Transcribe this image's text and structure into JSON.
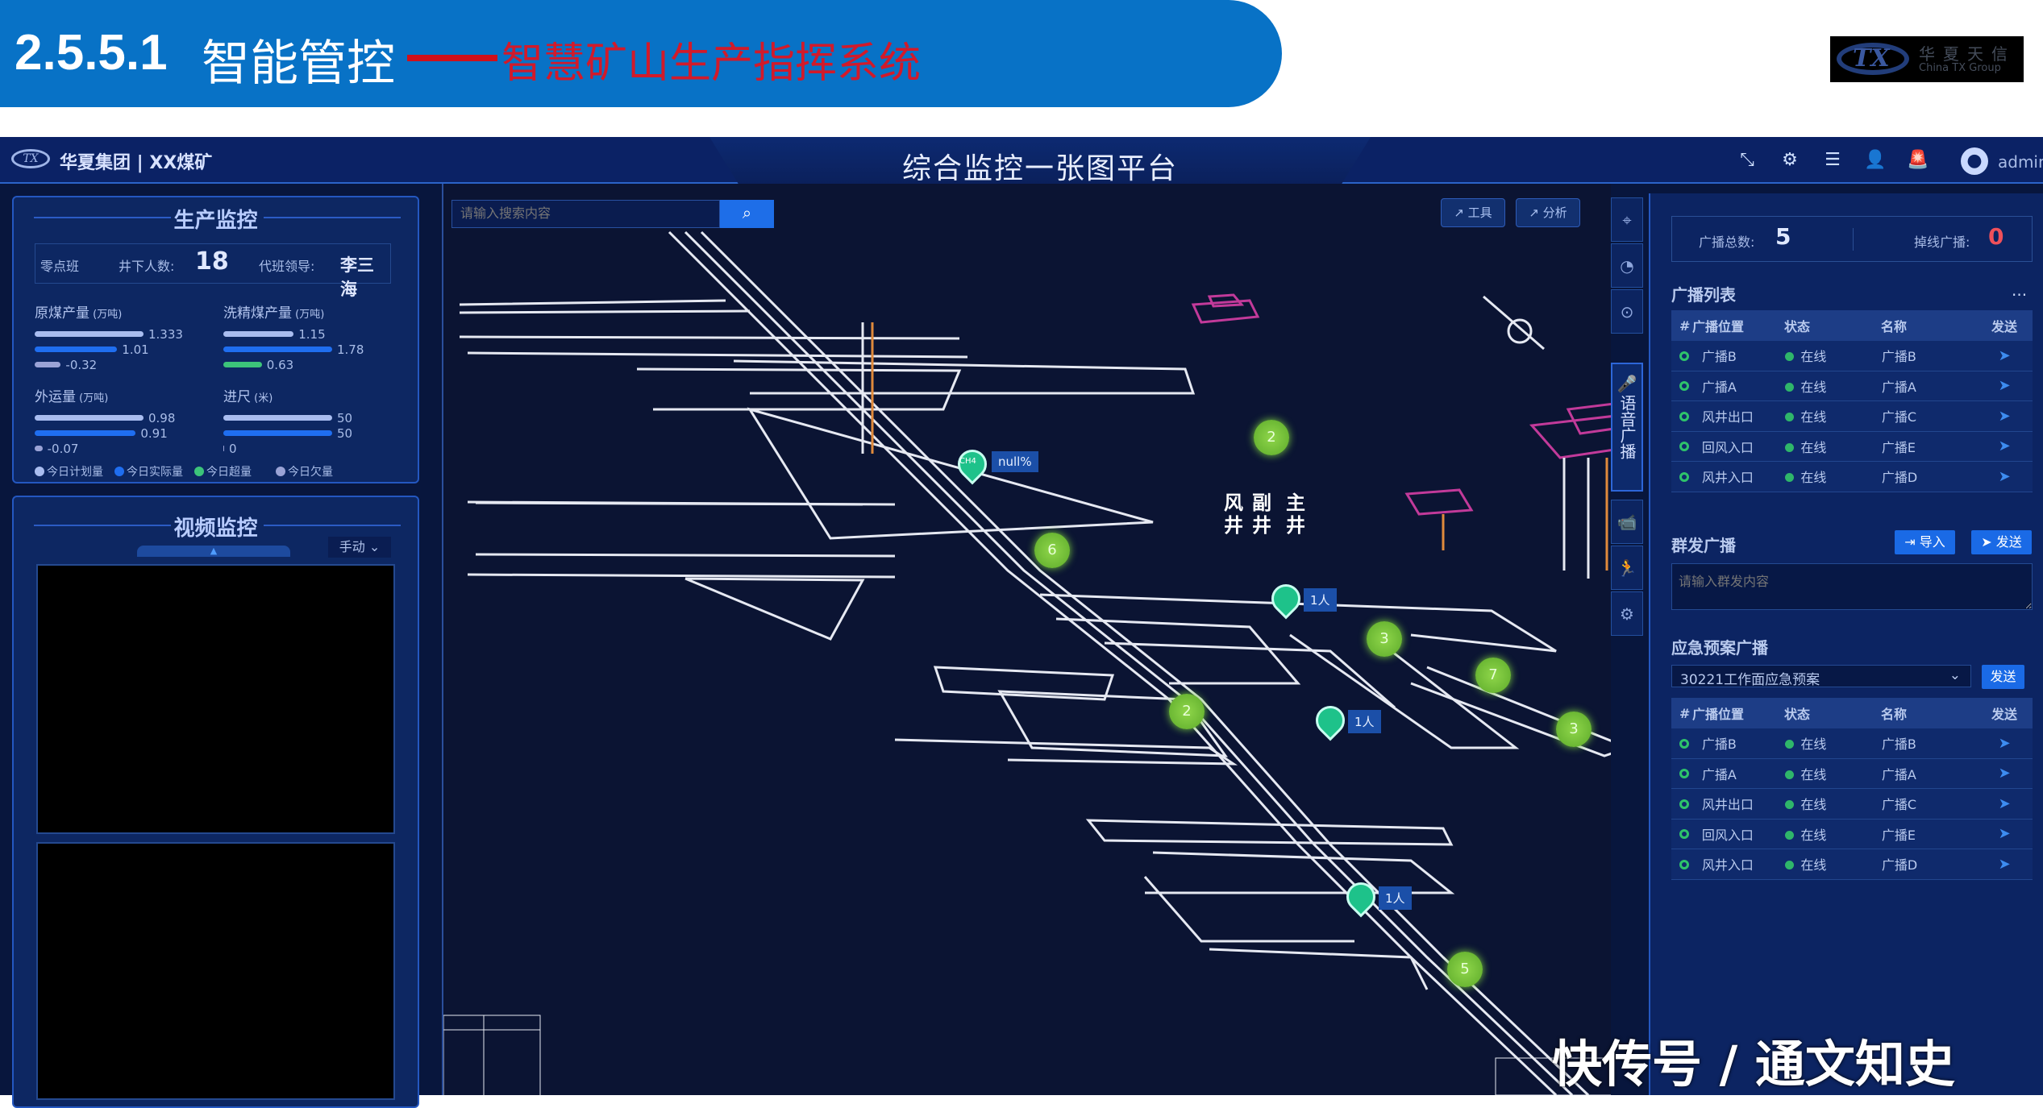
{
  "banner": {
    "section": "2.5.5.1",
    "title": "智能管控",
    "subtitle": "智慧矿山生产指挥系统"
  },
  "corp_logo": {
    "mark": "TX",
    "cn": "华夏天信",
    "en": "China TX Group"
  },
  "header": {
    "logo": "TX",
    "org": "华夏集团 | XX煤矿",
    "title": "综合监控一张图平台",
    "user": "admin",
    "icons": [
      "shrink-icon",
      "gear-icon",
      "menu-icon",
      "user-manage-icon",
      "alarm-icon",
      "user-avatar-icon"
    ]
  },
  "production": {
    "title": "生产监控",
    "shift": "零点班",
    "people_label": "井下人数:",
    "people": "18",
    "leader_label": "代班领导:",
    "leader": "李三海",
    "groups": [
      {
        "label": "原煤产量",
        "unit": "(万吨)",
        "plan": 1.333,
        "actual": 1.01,
        "diff": -0.32,
        "diff_type": "short"
      },
      {
        "label": "洗精煤产量",
        "unit": "(万吨)",
        "plan": 1.15,
        "actual": 1.78,
        "diff": 0.63,
        "diff_type": "over"
      },
      {
        "label": "外运量",
        "unit": "(万吨)",
        "plan": 0.98,
        "actual": 0.91,
        "diff": -0.07,
        "diff_type": "short"
      },
      {
        "label": "进尺",
        "unit": "(米)",
        "plan": 50,
        "actual": 50,
        "diff": 0,
        "diff_type": "none"
      }
    ],
    "legend": [
      "今日计划量",
      "今日实际量",
      "今日超量",
      "今日欠量"
    ],
    "colors": {
      "plan": "#a9bdf0",
      "actual": "#1f6ef0",
      "over": "#3cc47a",
      "short": "#9aa3d6"
    }
  },
  "video": {
    "title": "视频监控",
    "mode": "手动"
  },
  "map": {
    "search_placeholder": "请输入搜索内容",
    "tools": [
      "工具",
      "分析"
    ],
    "side_tabs": {
      "active": "语音广播"
    },
    "shafts": [
      "风井",
      "副井",
      "主井"
    ],
    "gas_label": "null%",
    "gas_icon": "CH4",
    "clusters": [
      "2",
      "6",
      "3",
      "7",
      "2",
      "3",
      "5"
    ],
    "people": [
      "1人",
      "1人",
      "1人"
    ]
  },
  "broadcast": {
    "total_label": "广播总数:",
    "total": "5",
    "offline_label": "掉线广播:",
    "offline": "0",
    "list_title": "广播列表",
    "more": "...",
    "columns": [
      "#",
      "广播位置",
      "状态",
      "名称",
      "发送"
    ],
    "rows": [
      {
        "location": "广播B",
        "status": "在线",
        "name": "广播B"
      },
      {
        "location": "广播A",
        "status": "在线",
        "name": "广播A"
      },
      {
        "location": "风井出口",
        "status": "在线",
        "name": "广播C"
      },
      {
        "location": "回风入口",
        "status": "在线",
        "name": "广播E"
      },
      {
        "location": "风井入口",
        "status": "在线",
        "name": "广播D"
      }
    ],
    "group_title": "群发广播",
    "import": "导入",
    "send": "发送",
    "group_placeholder": "请输入群发内容",
    "emergency_title": "应急预案广播",
    "emergency_plan": "30221工作面应急预案"
  },
  "watermark": "快传号 / 通文知史"
}
